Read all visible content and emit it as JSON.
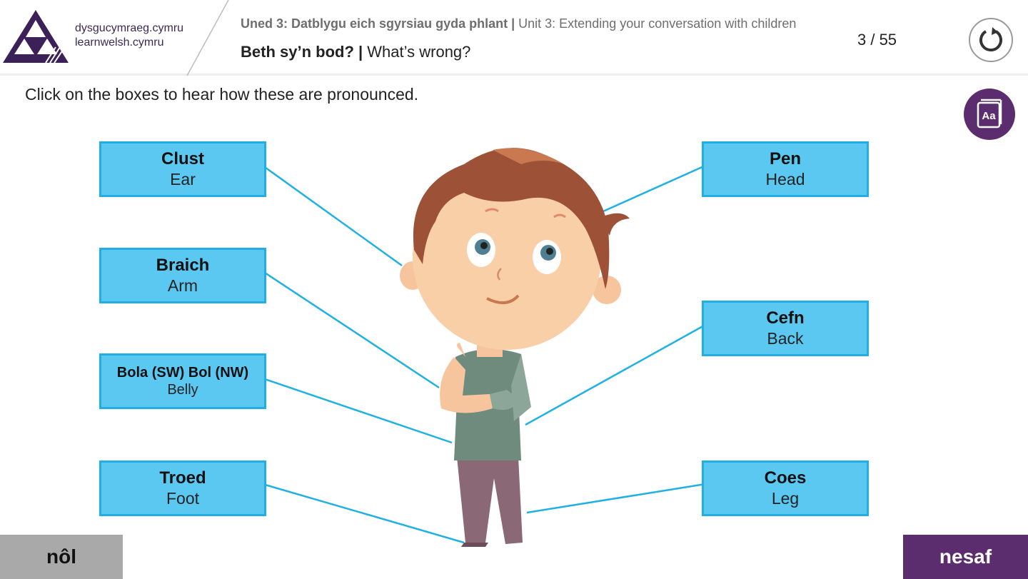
{
  "header": {
    "site_name_cy": "dysgucymraeg.cymru",
    "site_name_en": "learnwelsh.cymru",
    "unit_cy": "Uned 3: Datblygu eich sgyrsiau gyda phlant",
    "separator": "|",
    "unit_en": "Unit 3: Extending your conversation with children",
    "title_cy": "Beth sy’n bod?",
    "title_en": "What’s wrong?",
    "page_count": "3 / 55",
    "restart_icon": "restart-icon"
  },
  "instructions": "Click on the boxes to hear how these are pronounced.",
  "glossary": {
    "label": "Aa",
    "icon": "glossary-book-icon"
  },
  "terms": {
    "clust": {
      "cy": "Clust",
      "en": "Ear"
    },
    "braich": {
      "cy": "Braich",
      "en": "Arm"
    },
    "bola": {
      "cy": "Bola (SW) Bol (NW)",
      "en": "Belly"
    },
    "troed": {
      "cy": "Troed",
      "en": "Foot"
    },
    "pen": {
      "cy": "Pen",
      "en": "Head"
    },
    "cefn": {
      "cy": "Cefn",
      "en": "Back"
    },
    "coes": {
      "cy": "Coes",
      "en": "Leg"
    }
  },
  "nav": {
    "back": "nôl",
    "next": "nesaf"
  },
  "colors": {
    "brand_purple": "#5b2d6e",
    "box_fill": "#5bc8f2",
    "box_border": "#22aee3",
    "connector": "#1fb0e4",
    "back_button": "#a9a9a9"
  }
}
